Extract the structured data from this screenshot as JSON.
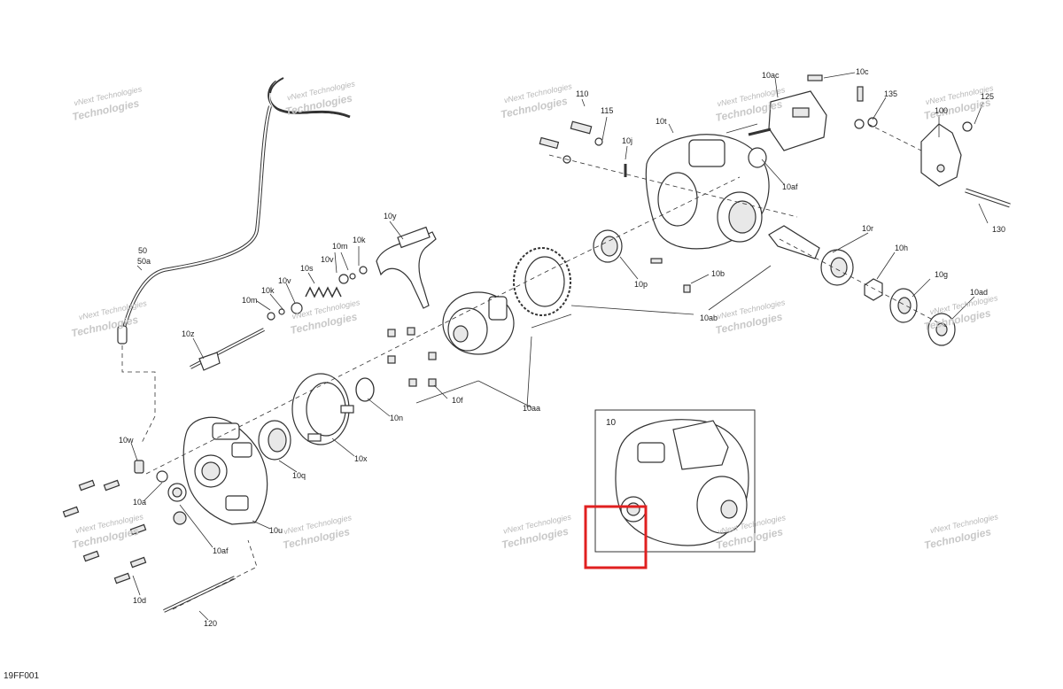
{
  "diagram": {
    "reference_code": "19FF001",
    "watermark": {
      "line1": "vNext Technologies",
      "line2": "Technologies"
    },
    "inset": {
      "label": "10"
    },
    "highlight": {
      "color": "#e02020"
    },
    "labels": {
      "l50": "50",
      "l50a": "50a",
      "l10y": "10y",
      "l10k_top": "10k",
      "l10m_top": "10m",
      "l10v_top": "10v",
      "l10s": "10s",
      "l10k_mid": "10k",
      "l10m_mid": "10m",
      "l10v_mid": "10v",
      "l10z": "10z",
      "l10w": "10w",
      "l10a": "10a",
      "l10af_left": "10af",
      "l10d": "10d",
      "l120": "120",
      "l10u": "10u",
      "l10q": "10q",
      "l10x": "10x",
      "l10n": "10n",
      "l10f": "10f",
      "l10aa": "10aa",
      "l110": "110",
      "l115": "115",
      "l10j": "10j",
      "l10t": "10t",
      "l10ac": "10ac",
      "l10c": "10c",
      "l135": "135",
      "l100": "100",
      "l125": "125",
      "l10af_right": "10af",
      "l130": "130",
      "l10p": "10p",
      "l10b": "10b",
      "l10ab": "10ab",
      "l10r": "10r",
      "l10h": "10h",
      "l10g": "10g",
      "l10ad": "10ad"
    }
  }
}
